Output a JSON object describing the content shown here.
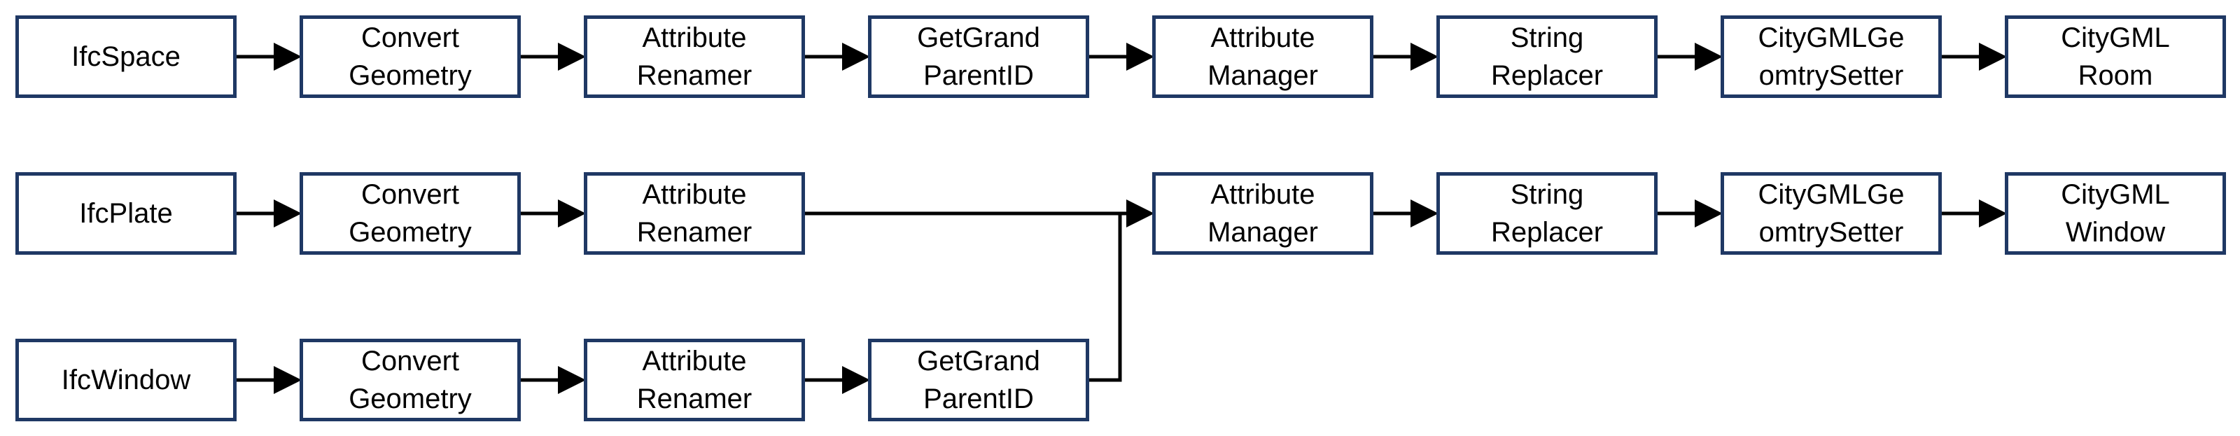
{
  "colors": {
    "box_border": "#1f3864",
    "arrow": "#000000",
    "text": "#000000"
  },
  "nodes": {
    "r1c1": "IfcSpace",
    "r1c2": "Convert\nGeometry",
    "r1c3": "Attribute\nRenamer",
    "r1c4": "GetGrand\nParentID",
    "r1c5": "Attribute\nManager",
    "r1c6": "String\nReplacer",
    "r1c7": "CityGMLGe\nomtrySetter",
    "r1c8": "CityGML\nRoom",
    "r2c1": "IfcPlate",
    "r2c2": "Convert\nGeometry",
    "r2c3": "Attribute\nRenamer",
    "r2c5": "Attribute\nManager",
    "r2c6": "String\nReplacer",
    "r2c7": "CityGMLGe\nomtrySetter",
    "r2c8": "CityGML\nWindow",
    "r3c1": "IfcWindow",
    "r3c2": "Convert\nGeometry",
    "r3c3": "Attribute\nRenamer",
    "r3c4": "GetGrand\nParentID"
  }
}
